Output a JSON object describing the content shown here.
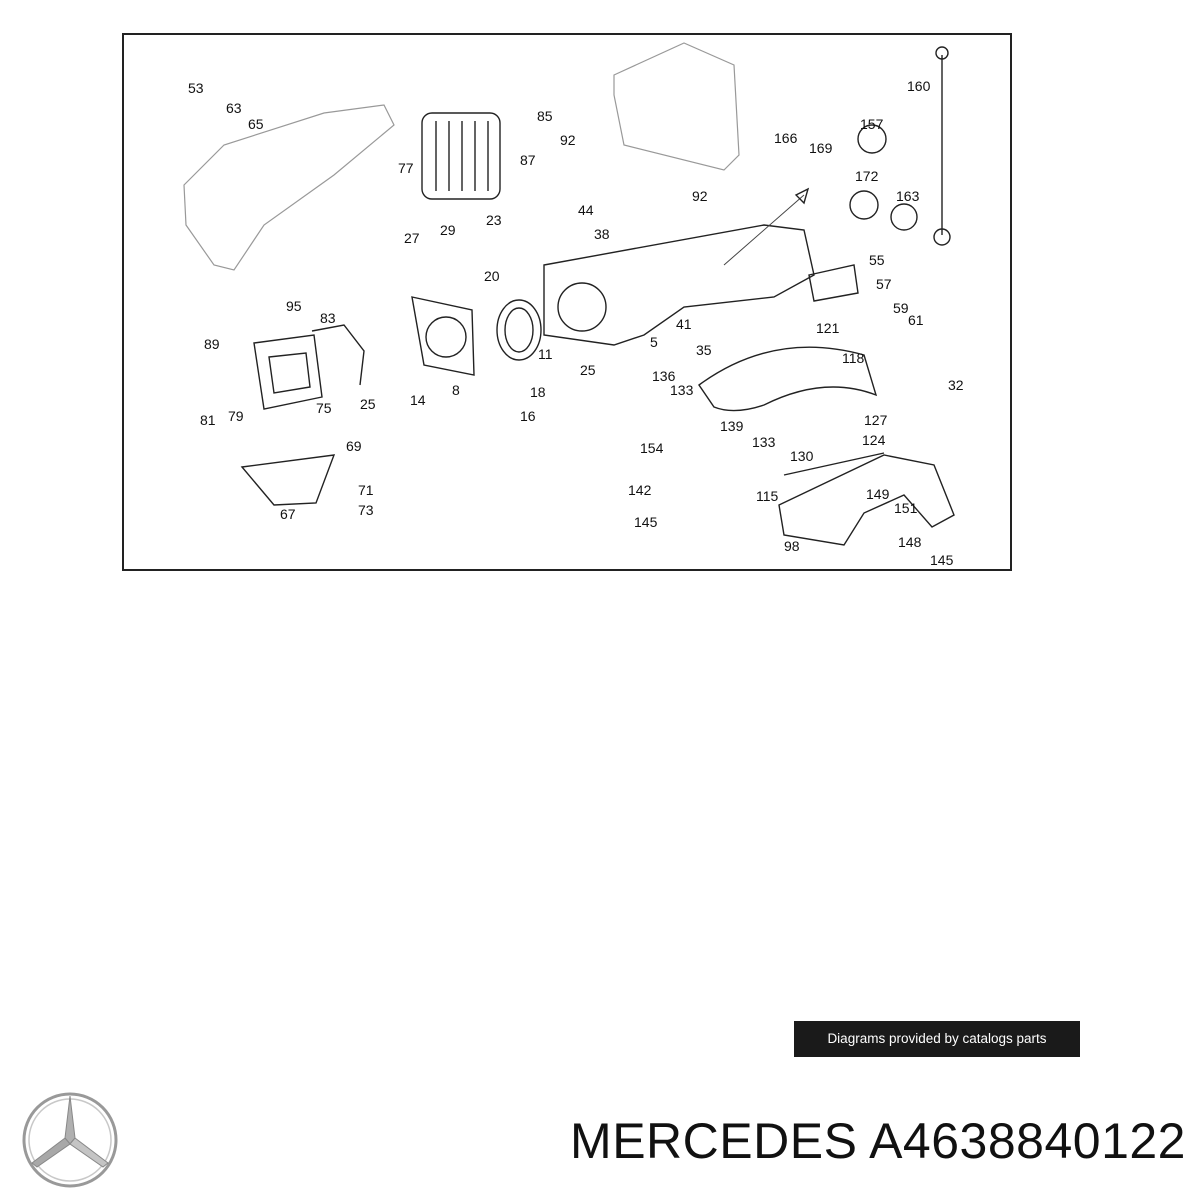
{
  "diagram": {
    "callouts": [
      "53",
      "63",
      "65",
      "77",
      "85",
      "92",
      "87",
      "92",
      "160",
      "166",
      "169",
      "157",
      "172",
      "163",
      "44",
      "38",
      "27",
      "29",
      "23",
      "20",
      "55",
      "57",
      "59",
      "61",
      "95",
      "83",
      "89",
      "75",
      "81",
      "79",
      "25",
      "14",
      "8",
      "11",
      "18",
      "16",
      "41",
      "35",
      "5",
      "121",
      "118",
      "25",
      "136",
      "133",
      "32",
      "139",
      "133",
      "130",
      "127",
      "124",
      "69",
      "154",
      "142",
      "145",
      "71",
      "73",
      "67",
      "115",
      "149",
      "151",
      "148",
      "145",
      "98"
    ]
  },
  "credit": {
    "text": "Diagrams provided by catalogs parts"
  },
  "footer": {
    "brand": "MERCEDES",
    "part_number": "A4638840122",
    "logo_icon": "mercedes-star-icon"
  }
}
